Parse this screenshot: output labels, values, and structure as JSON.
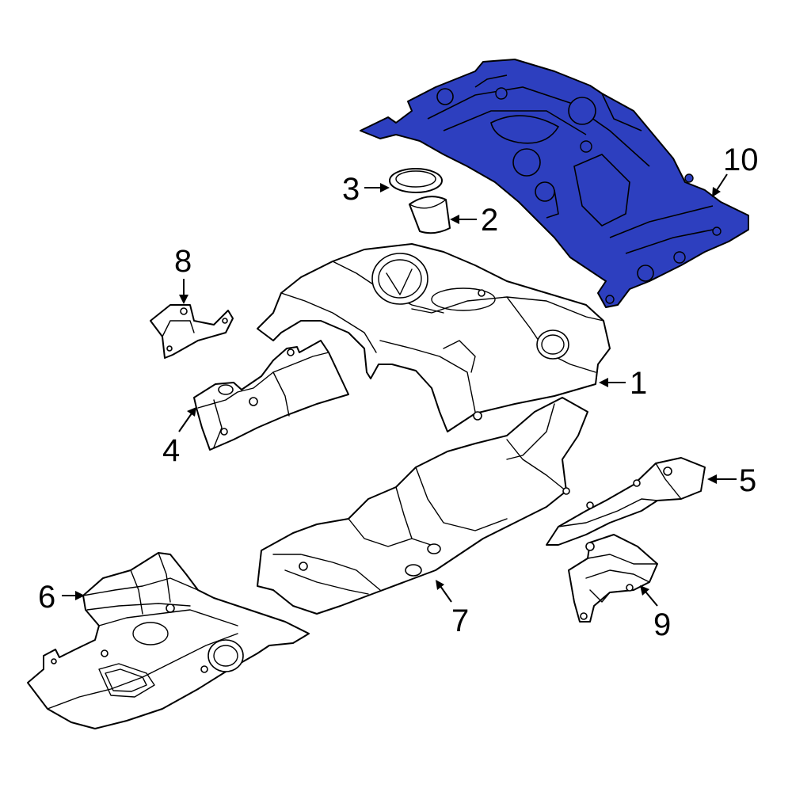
{
  "diagram": {
    "highlight_color": "#2d3fbf",
    "outline_color": "#000000",
    "background_color": "#ffffff",
    "highlighted_part": "10",
    "callouts": [
      {
        "id": "c1",
        "label": "1"
      },
      {
        "id": "c2",
        "label": "2"
      },
      {
        "id": "c3",
        "label": "3"
      },
      {
        "id": "c4",
        "label": "4"
      },
      {
        "id": "c5",
        "label": "5"
      },
      {
        "id": "c6",
        "label": "6"
      },
      {
        "id": "c7",
        "label": "7"
      },
      {
        "id": "c8",
        "label": "8"
      },
      {
        "id": "c9",
        "label": "9"
      },
      {
        "id": "c10",
        "label": "10"
      }
    ]
  }
}
